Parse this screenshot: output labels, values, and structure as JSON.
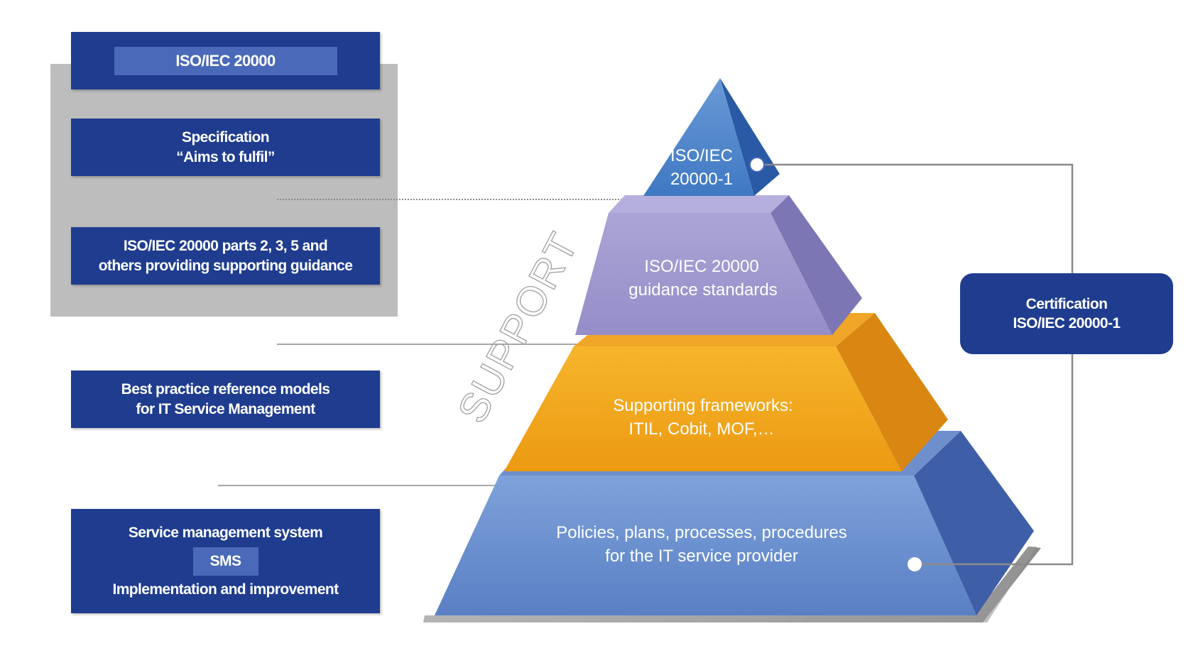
{
  "left_boxes": {
    "title": "ISO/IEC 20000",
    "spec_line1": "Specification",
    "spec_line2": "“Aims to fulfil”",
    "guidance_line1": "ISO/IEC 20000 parts 2, 3, 5 and",
    "guidance_line2": "others providing supporting guidance",
    "best_line1": "Best practice reference models",
    "best_line2": "for IT Service Management",
    "sms_line1": "Service management system",
    "sms_chip": "SMS",
    "sms_line3": "Implementation and improvement"
  },
  "pyramid": {
    "tier1_line1": "ISO/IEC",
    "tier1_line2": "20000-1",
    "tier2_line1": "ISO/IEC 20000",
    "tier2_line2": "guidance standards",
    "tier3_line1": "Supporting frameworks:",
    "tier3_line2": "ITIL, Cobit, MOF,…",
    "tier4_line1": "Policies, plans, processes, procedures",
    "tier4_line2": "for the IT service provider"
  },
  "support_label": "SUPPORT",
  "certification": {
    "line1": "Certification",
    "line2": "ISO/IEC 20000-1"
  },
  "colors": {
    "navy": "#1f3c8f",
    "chip": "#4a69b8",
    "tier1": "#5b8fcf",
    "tier2": "#a59fd0",
    "tier3": "#f0a020",
    "tier4": "#7fa0d8"
  }
}
